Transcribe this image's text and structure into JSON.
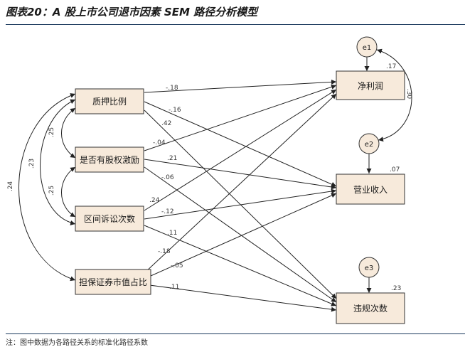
{
  "title": "图表20：A 股上市公司退市因素 SEM 路径分析模型",
  "footnote": "注：图中数据为各路径关系的标准化路径系数",
  "diagram": {
    "predictors": [
      {
        "id": "p1",
        "label": "质押比例"
      },
      {
        "id": "p2",
        "label": "是否有股权激励"
      },
      {
        "id": "p3",
        "label": "区间诉讼次数"
      },
      {
        "id": "p4",
        "label": "担保证券市值占比"
      }
    ],
    "outcomes": [
      {
        "id": "o1",
        "label": "净利润",
        "r2": ".17"
      },
      {
        "id": "o2",
        "label": "营业收入",
        "r2": ".07"
      },
      {
        "id": "o3",
        "label": "违规次数",
        "r2": ".23"
      }
    ],
    "errors": [
      {
        "id": "e1",
        "label": "e1"
      },
      {
        "id": "e2",
        "label": "e2"
      },
      {
        "id": "e3",
        "label": "e3"
      }
    ],
    "paths": [
      {
        "from": "p1",
        "to": "o1",
        "coef": "-.18"
      },
      {
        "from": "p1",
        "to": "o2",
        "coef": "-.16"
      },
      {
        "from": "p1",
        "to": "o3",
        "coef": ".42"
      },
      {
        "from": "p2",
        "to": "o1",
        "coef": "-.04"
      },
      {
        "from": "p2",
        "to": "o2",
        "coef": ".21"
      },
      {
        "from": "p2",
        "to": "o3",
        "coef": "-.06"
      },
      {
        "from": "p3",
        "to": "o1",
        "coef": ".24"
      },
      {
        "from": "p3",
        "to": "o2",
        "coef": "-.12"
      },
      {
        "from": "p3",
        "to": "o3",
        "coef": ".11"
      },
      {
        "from": "p4",
        "to": "o1",
        "coef": "-.18"
      },
      {
        "from": "p4",
        "to": "o2",
        "coef": "-.05"
      },
      {
        "from": "p4",
        "to": "o3",
        "coef": ".11"
      }
    ],
    "covariances": [
      {
        "a": "p1",
        "b": "p2",
        "coef": ".25"
      },
      {
        "a": "p2",
        "b": "p3",
        "coef": ".25"
      },
      {
        "a": "p1",
        "b": "p3",
        "coef": ".23"
      },
      {
        "a": "p1",
        "b": "p4",
        "coef": ".24"
      },
      {
        "a": "e1",
        "b": "e2",
        "coef": ".30"
      }
    ]
  }
}
